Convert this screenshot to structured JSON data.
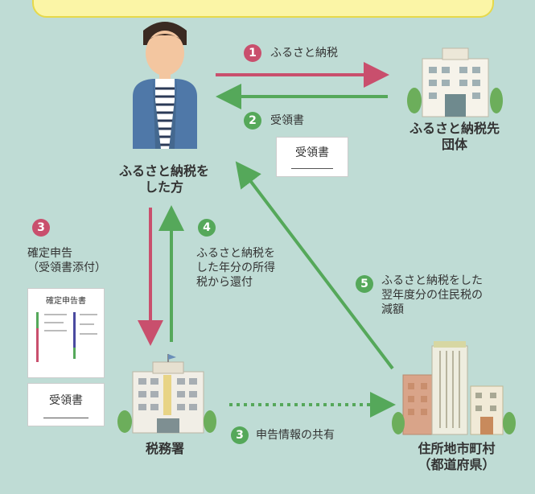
{
  "steps": {
    "s1": {
      "num": "1",
      "label": "ふるさと納税"
    },
    "s2": {
      "num": "2",
      "label": "受領書"
    },
    "s3a": {
      "num": "3",
      "label_line1": "確定申告",
      "label_line2": "（受領書添付）"
    },
    "s3b": {
      "num": "3",
      "label": "申告情報の共有"
    },
    "s4": {
      "num": "4",
      "line1": "ふるさと納税を",
      "line2": "した年分の所得",
      "line3": "税から還付"
    },
    "s5": {
      "num": "5",
      "line1": "ふるさと納税をした",
      "line2": "翌年度分の住民税の",
      "line3": "減額"
    }
  },
  "nodes": {
    "donor": {
      "line1": "ふるさと納税を",
      "line2": "した方"
    },
    "recipient": {
      "line1": "ふるさと納税先",
      "line2": "団体"
    },
    "tax_office": {
      "label": "税務署"
    },
    "municipality": {
      "line1": "住所地市町村",
      "line2": "（都道府県）"
    }
  },
  "documents": {
    "receipt_top": "受領書",
    "form_title": "確定申告書",
    "receipt_left": "受領書"
  },
  "colors": {
    "pink": "#c94f6d",
    "green": "#55a85a",
    "background": "#bfdcd5",
    "banner": "#fbf5a6"
  }
}
